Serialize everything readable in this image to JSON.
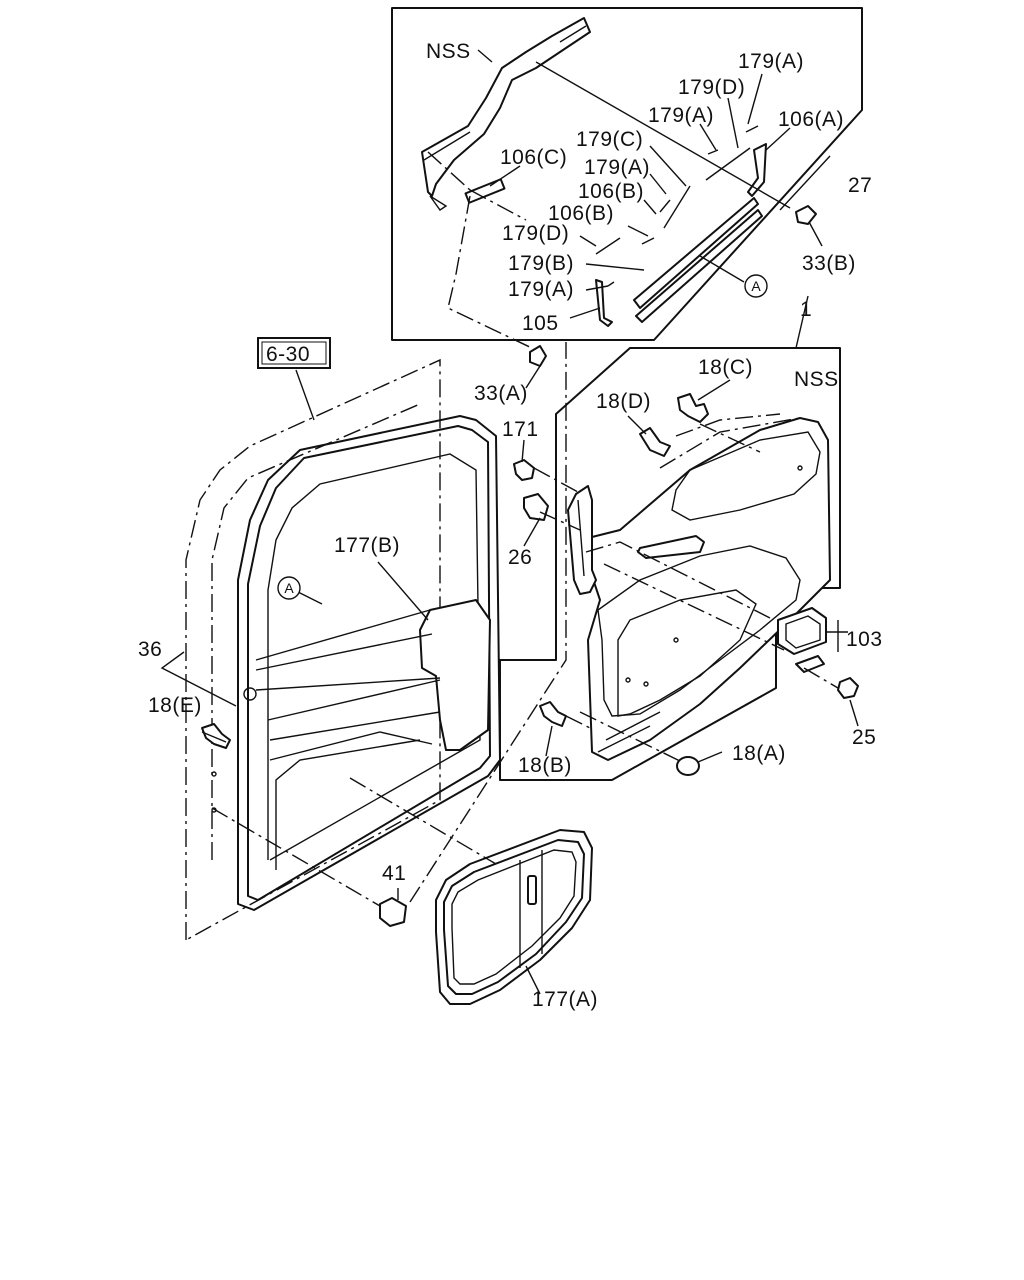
{
  "labels": {
    "nss_inset": "NSS",
    "nss_main": "NSS",
    "p179a_1": "179(A)",
    "p179d_1": "179(D)",
    "p179a_2": "179(A)",
    "p106a": "106(A)",
    "p179c": "179(C)",
    "p106c": "106(C)",
    "p179a_3": "179(A)",
    "p27": "27",
    "p106b_1": "106(B)",
    "p106b_2": "106(B)",
    "p179d_2": "179(D)",
    "p33b": "33(B)",
    "p179b": "179(B)",
    "p179a_4": "179(A)",
    "p105": "105",
    "p6_30": "6-30",
    "p33a": "33(A)",
    "p1": "1",
    "p18c": "18(C)",
    "p18d": "18(D)",
    "p171": "171",
    "p26": "26",
    "p177b": "177(B)",
    "p103": "103",
    "p36": "36",
    "p18e": "18(E)",
    "p25": "25",
    "p18b": "18(B)",
    "p18a": "18(A)",
    "p41": "41",
    "p177a": "177(A)"
  },
  "markers": {
    "ref_a_inset": "A",
    "ref_a_door": "A"
  }
}
